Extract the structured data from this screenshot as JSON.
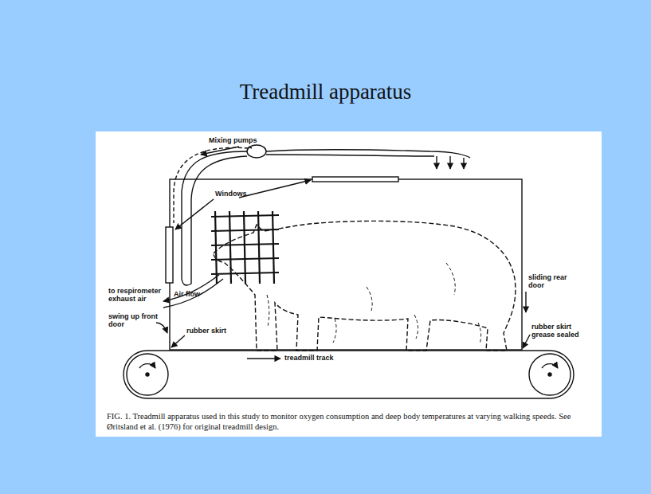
{
  "diagram": {
    "title": "Treadmill apparatus",
    "caption": "FIG. 1. Treadmill apparatus used in this study to monitor oxygen consumption and deep body temperatures at varying walking speeds. See Øritsland et al. (1976) for original treadmill design.",
    "labels": [
      "Mixing pumps",
      "Windows",
      "to respirometer exhaust air",
      "Air flow",
      "swing up front door",
      "rubber skirt",
      "treadmill track",
      "sliding rear door",
      "rubber skirt grease sealed"
    ]
  }
}
